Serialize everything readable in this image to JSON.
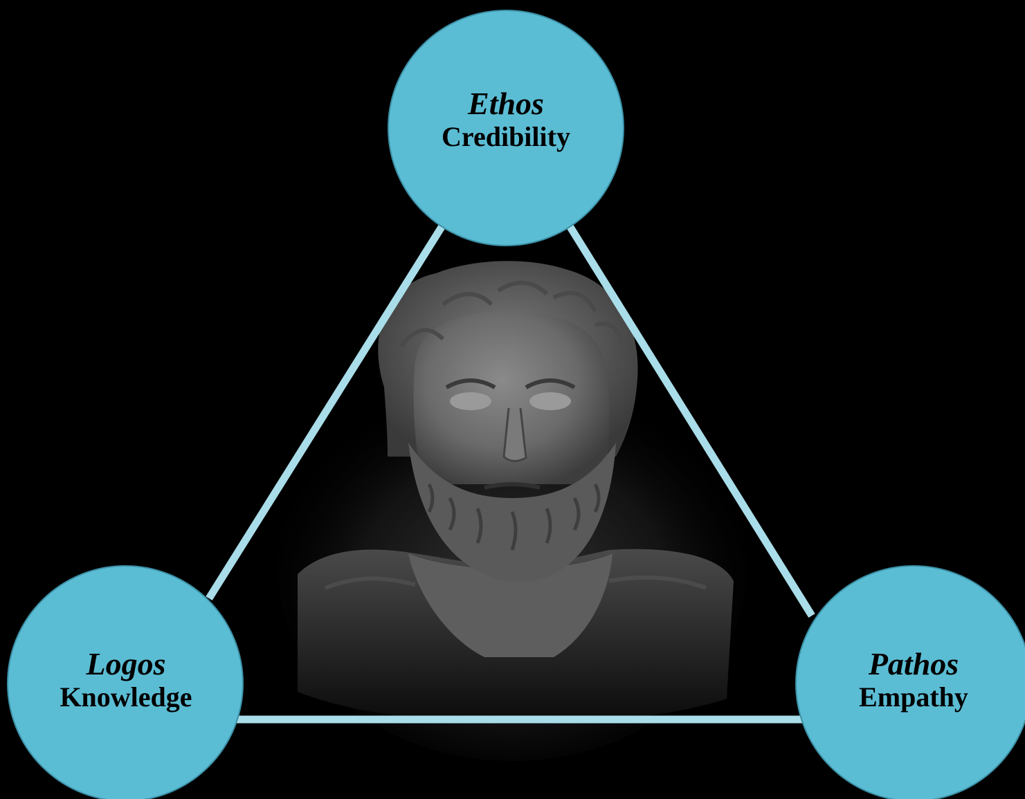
{
  "colors": {
    "background": "#000000",
    "node_fill": "#5bbdd4",
    "edge_stroke": "#a9dde9",
    "label_text": "#000000",
    "bust_stone": "#6f6f6f"
  },
  "center_image": {
    "icon": "aristotle-bust-icon"
  },
  "nodes": {
    "top": {
      "term": "Ethos",
      "meaning": "Credibility"
    },
    "bottom_left": {
      "term": "Logos",
      "meaning": "Knowledge"
    },
    "bottom_right": {
      "term": "Pathos",
      "meaning": "Empathy"
    }
  }
}
